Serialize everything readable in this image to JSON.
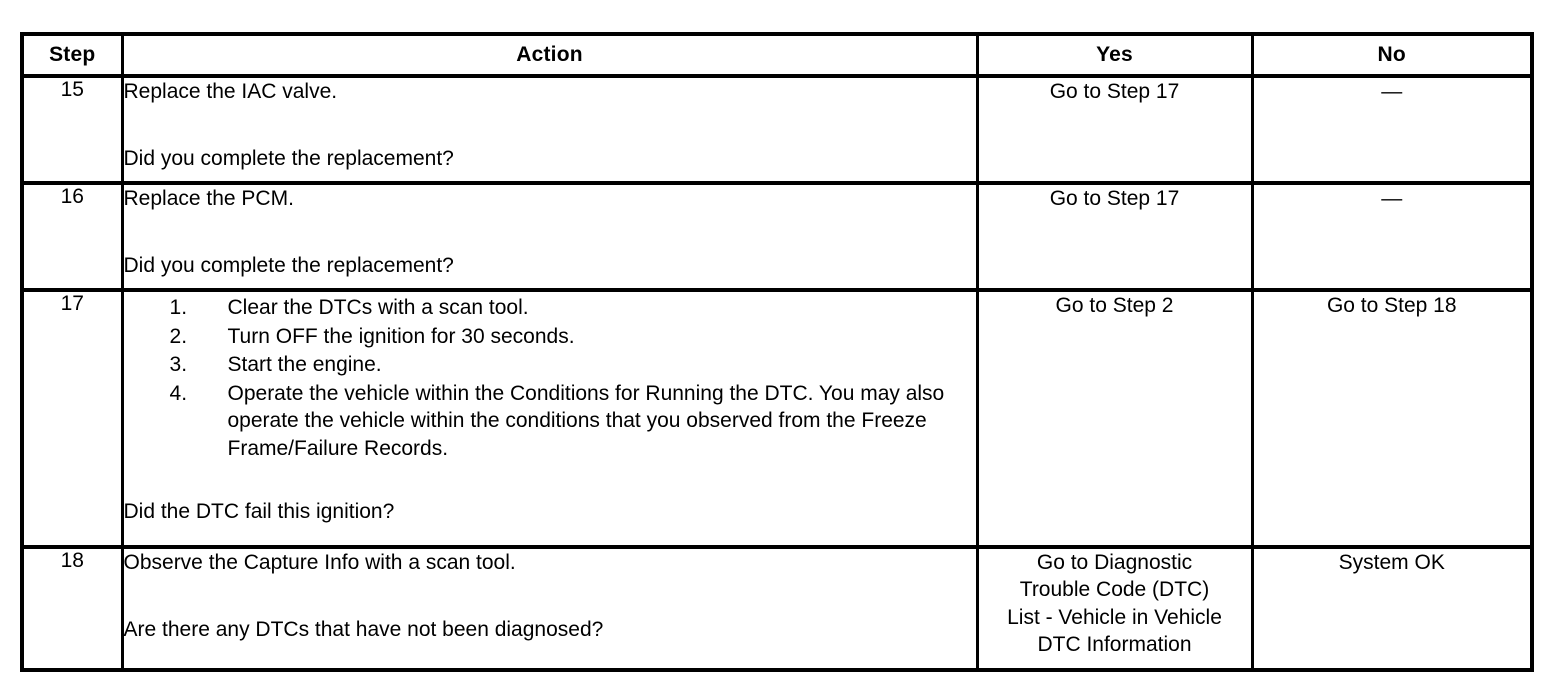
{
  "table": {
    "columns": [
      {
        "key": "step",
        "label": "Step"
      },
      {
        "key": "action",
        "label": "Action"
      },
      {
        "key": "yes",
        "label": "Yes"
      },
      {
        "key": "no",
        "label": "No"
      }
    ],
    "rows": [
      {
        "step": "15",
        "action_lead": "Replace the IAC valve.",
        "action_question": "Did you complete the replacement?",
        "yes": "Go to Step 17",
        "no": "—"
      },
      {
        "step": "16",
        "action_lead": "Replace the PCM.",
        "action_question": "Did you complete the replacement?",
        "yes": "Go to Step 17",
        "no": "—"
      },
      {
        "step": "17",
        "action_items": [
          "Clear the DTCs with a scan tool.",
          "Turn OFF the ignition for 30 seconds.",
          "Start the engine.",
          "Operate the vehicle within the Conditions for Running the DTC. You may also operate the vehicle within the conditions that you observed from the Freeze Frame/Failure Records."
        ],
        "action_question": "Did the DTC fail this ignition?",
        "yes": "Go to Step 2",
        "no": "Go to Step 18"
      },
      {
        "step": "18",
        "action_lead": "Observe the Capture Info with a scan tool.",
        "action_question": "Are there any DTCs that have not been diagnosed?",
        "yes_lines": [
          "Go to Diagnostic",
          "Trouble Code (DTC)",
          "List - Vehicle in Vehicle",
          "DTC Information"
        ],
        "no": "System OK"
      }
    ]
  },
  "colors": {
    "border": "#000000",
    "text": "#000000",
    "background": "#ffffff"
  }
}
